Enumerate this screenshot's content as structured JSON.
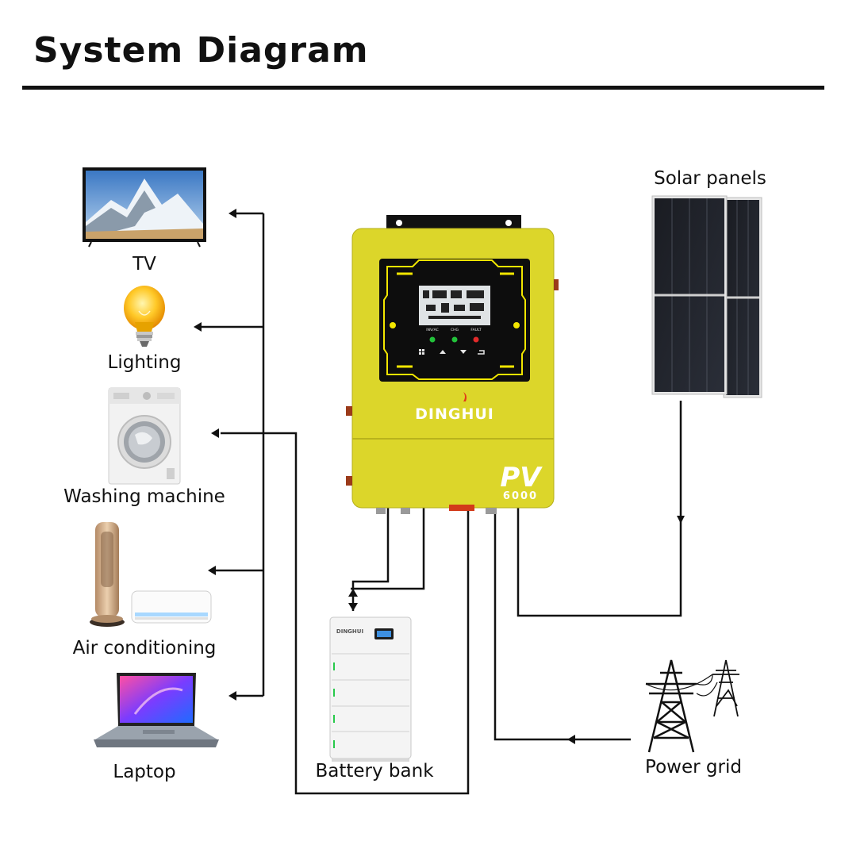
{
  "title": "System Diagram",
  "inverter": {
    "brand": "DINGHUI",
    "model_prefix": "PV",
    "model_number": "6000",
    "indicator_labels": [
      "INV/AC",
      "CHG",
      "FAULT"
    ]
  },
  "battery": {
    "brand": "DINGHUI"
  },
  "labels": {
    "tv": "TV",
    "lighting": "Lighting",
    "washing_machine": "Washing machine",
    "air_conditioning": "Air conditioning",
    "laptop": "Laptop",
    "solar_panels": "Solar panels",
    "battery_bank": "Battery bank",
    "power_grid": "Power grid"
  },
  "colors": {
    "inverter_body": "#dcd62a",
    "line": "#111111",
    "lcd_accent": "#f2e600"
  }
}
